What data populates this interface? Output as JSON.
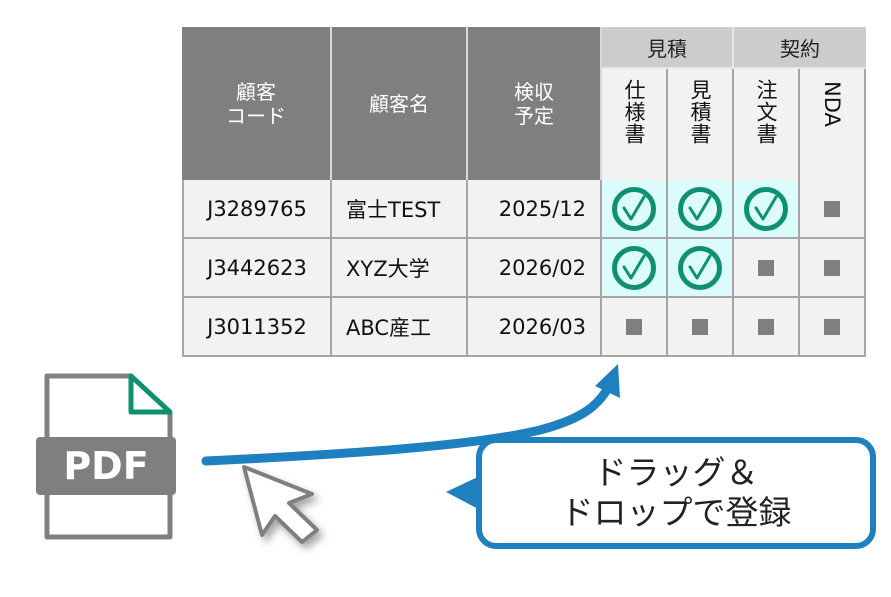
{
  "table": {
    "headers": {
      "customer_code": "顧客\nコード",
      "customer_code_l1": "顧客",
      "customer_code_l2": "コード",
      "customer_name": "顧客名",
      "acceptance_l1": "検収",
      "acceptance_l2": "予定",
      "group_estimate": "見積",
      "group_contract": "契約",
      "spec": "仕様書",
      "estimate": "見積書",
      "order": "注文書",
      "nda": "NDA"
    },
    "rows": [
      {
        "code": "J3289765",
        "name": "富士TEST",
        "date": "2025/12",
        "spec": true,
        "estimate": true,
        "order": true,
        "nda": false
      },
      {
        "code": "J3442623",
        "name": "XYZ大学",
        "date": "2026/02",
        "spec": true,
        "estimate": true,
        "order": false,
        "nda": false
      },
      {
        "code": "J3011352",
        "name": "ABC産工",
        "date": "2026/03",
        "spec": false,
        "estimate": false,
        "order": false,
        "nda": false
      }
    ]
  },
  "file_icon": {
    "label": "PDF",
    "icon": "pdf-file-icon"
  },
  "callout": {
    "line1": "ドラッグ＆",
    "line2": "ドロップで登録"
  },
  "colors": {
    "header_dark": "#7f7f7f",
    "header_group": "#cccccc",
    "check_green": "#0f9170",
    "done_bg": "#dcfcfc",
    "arrow_blue": "#1f80c0",
    "pending_gray": "#7f7f7f"
  }
}
